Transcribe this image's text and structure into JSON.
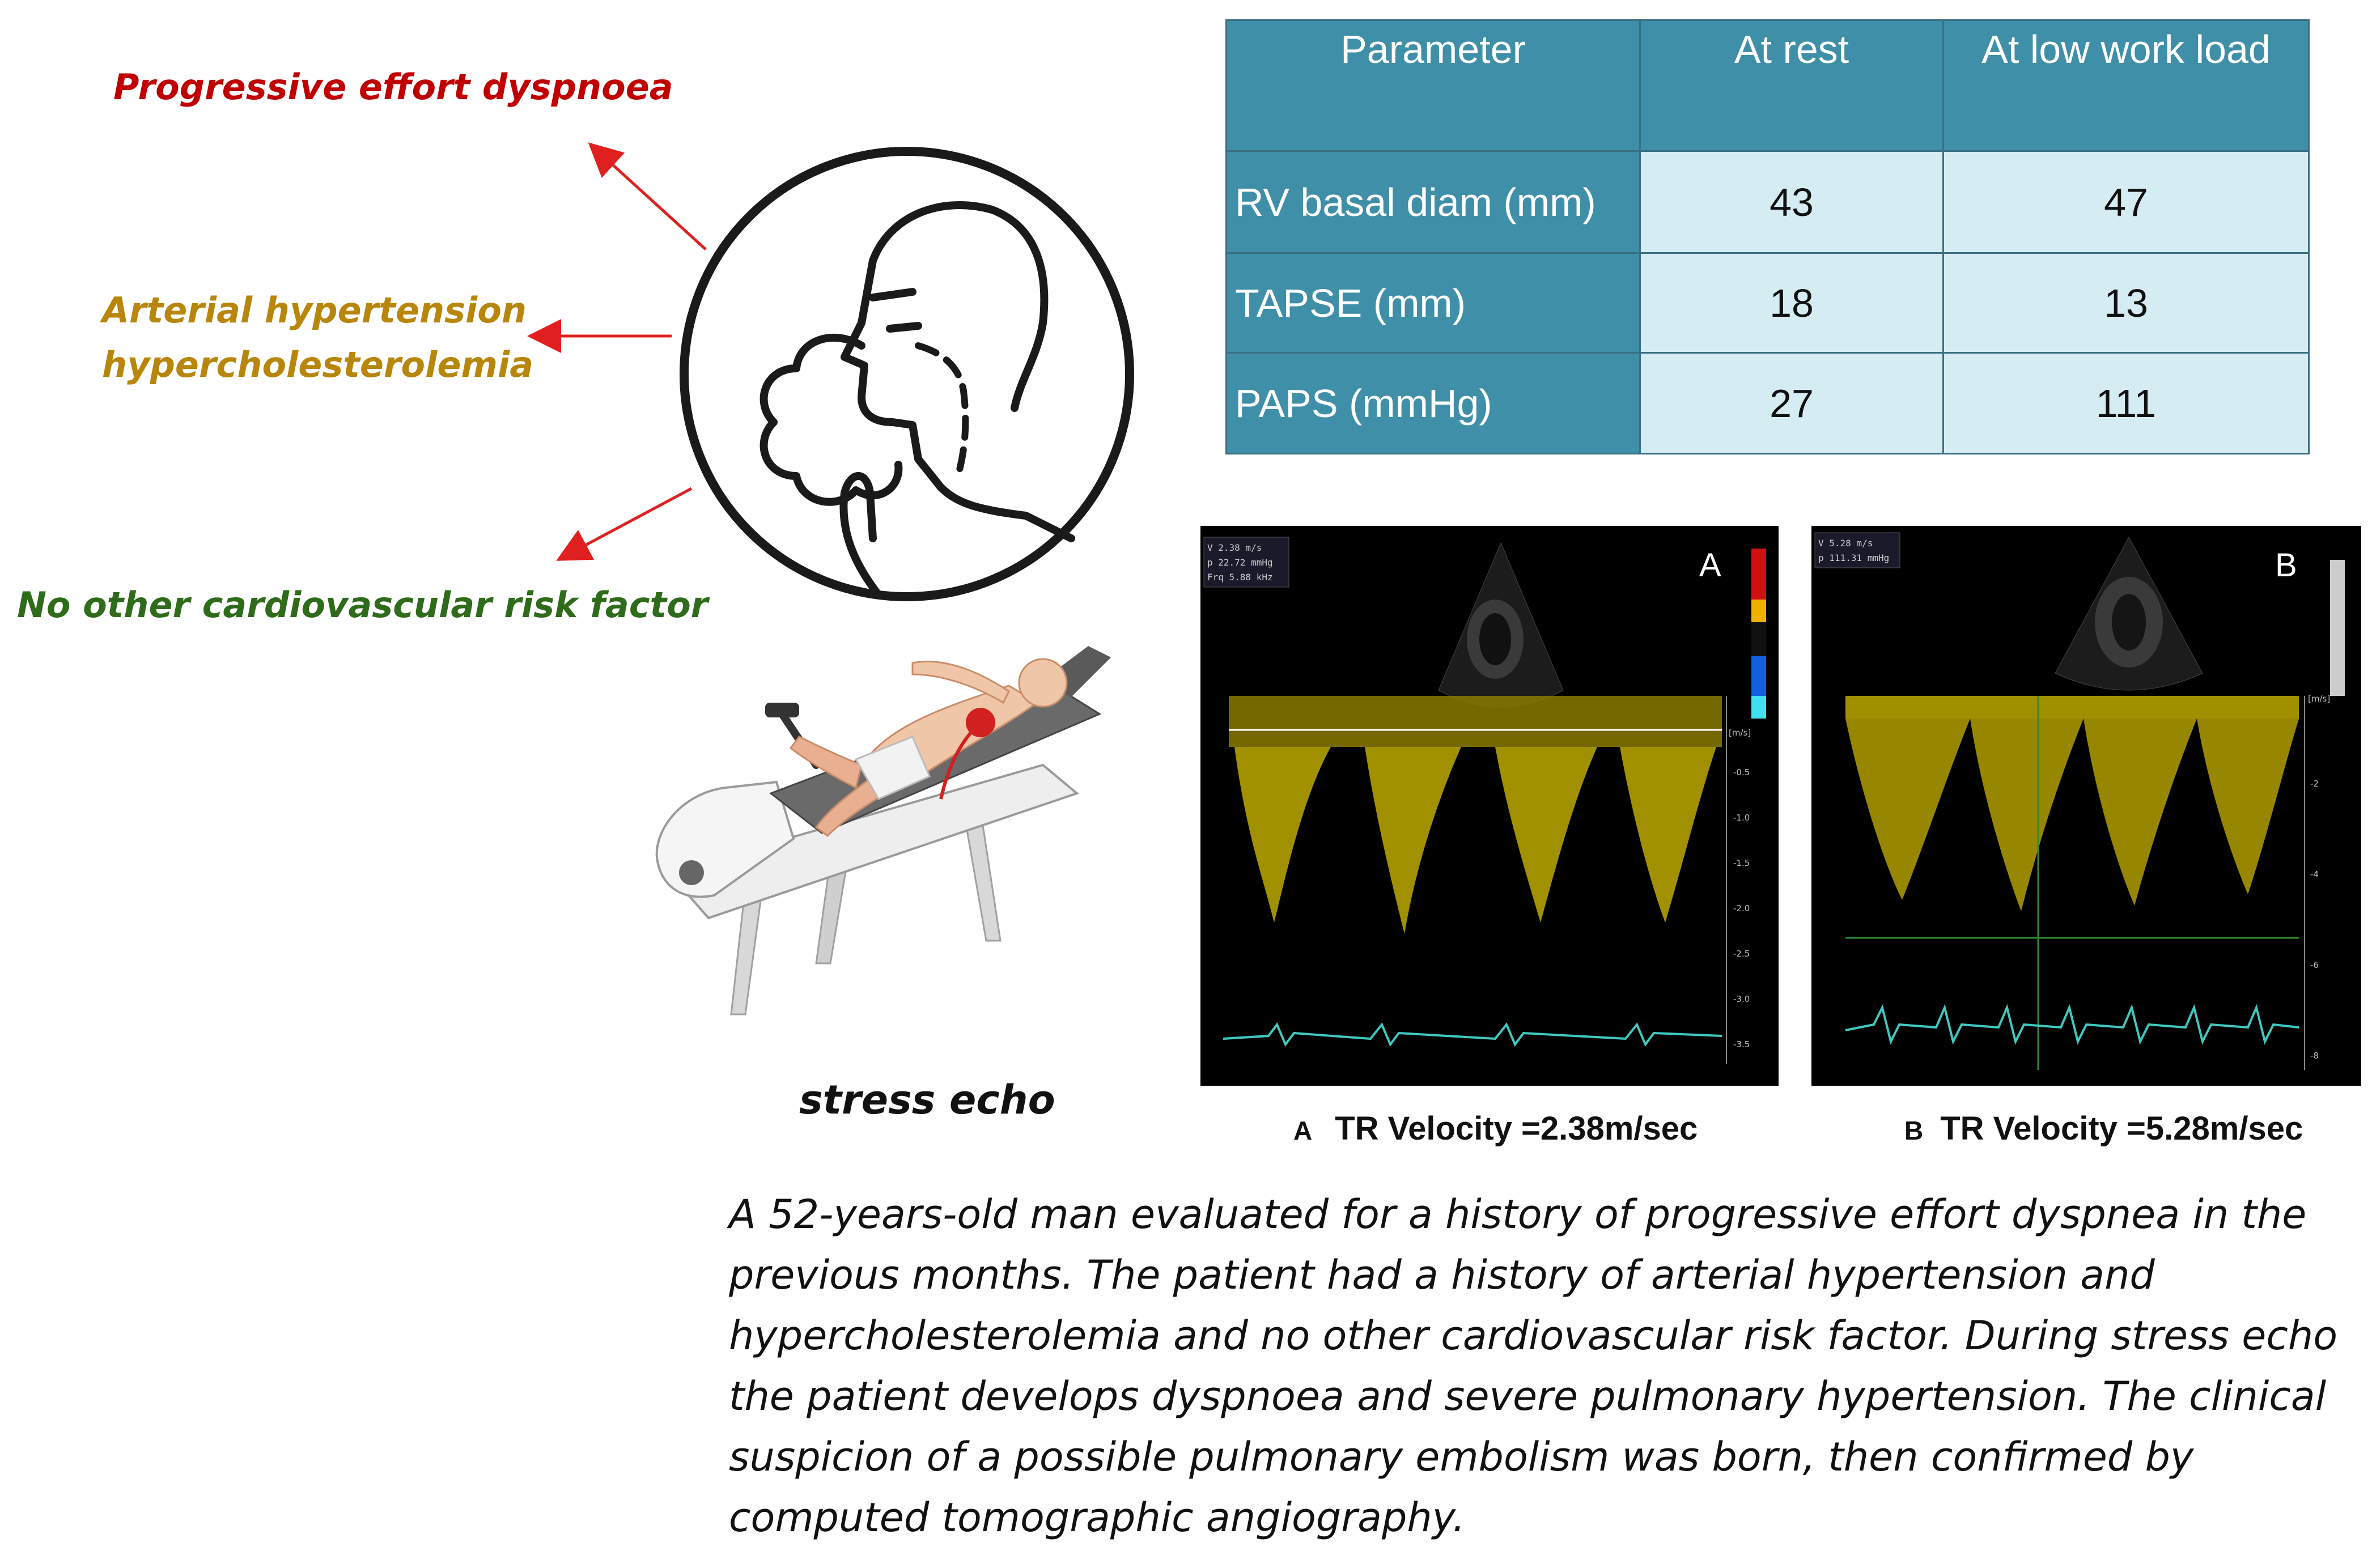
{
  "risk_factors": [
    {
      "label": "Progressive effort dyspnoea",
      "color": "#c00000"
    },
    {
      "label": "Arterial hypertension\nhypercholesterolemia",
      "color": "#b8860b"
    },
    {
      "label": "No other cardiovascular risk factor",
      "color": "#2e6b1a"
    }
  ],
  "icons": {
    "patient": "coughing-person-icon",
    "treadmill": "supine-bicycle-ergometer-icon"
  },
  "stress_label": "stress echo",
  "table": {
    "headers": [
      "Parameter",
      "At rest",
      "At low work load"
    ],
    "rows": [
      [
        "RV basal diam (mm)",
        "43",
        "47"
      ],
      [
        "TAPSE (mm)",
        "18",
        "13"
      ],
      [
        "PAPS (mmHg)",
        "27",
        "111"
      ]
    ]
  },
  "echo_panels": [
    {
      "letter": "A",
      "info": [
        "V   2.38 m/s",
        "p   22.72 mmHg",
        "Frq  5.88 kHz"
      ],
      "scale_unit": "[m/s]",
      "ticks": [
        "-0.5",
        "-1.0",
        "-1.5",
        "-2.0",
        "-2.5",
        "-3.0",
        "-3.5"
      ],
      "caption_letter": "A",
      "caption": "TR Velocity =2.38m/sec"
    },
    {
      "letter": "B",
      "info": [
        "V   5.28 m/s",
        "p   111.31 mmHg"
      ],
      "scale_unit": "[m/s]",
      "ticks": [
        "-2",
        "-4",
        "-6",
        "-8"
      ],
      "caption_letter": "B",
      "caption": "TR Velocity =5.28m/sec"
    }
  ],
  "case_description": "A 52-years-old man evaluated for a history of progressive effort dyspnea in the previous months. The patient had a history of arterial hypertension and hypercholesterolemia and no other cardiovascular risk factor. During stress echo the patient develops dyspnoea and severe pulmonary hypertension. The clinical suspicion of a possible pulmonary embolism was born, then confirmed by computed tomographic angiography.",
  "colors": {
    "table_header": "#3f8fa8",
    "table_cell": "#d6ecf3",
    "doppler": "#e8d800",
    "ecg": "#3fc9c0",
    "arrow": "#e02020"
  }
}
